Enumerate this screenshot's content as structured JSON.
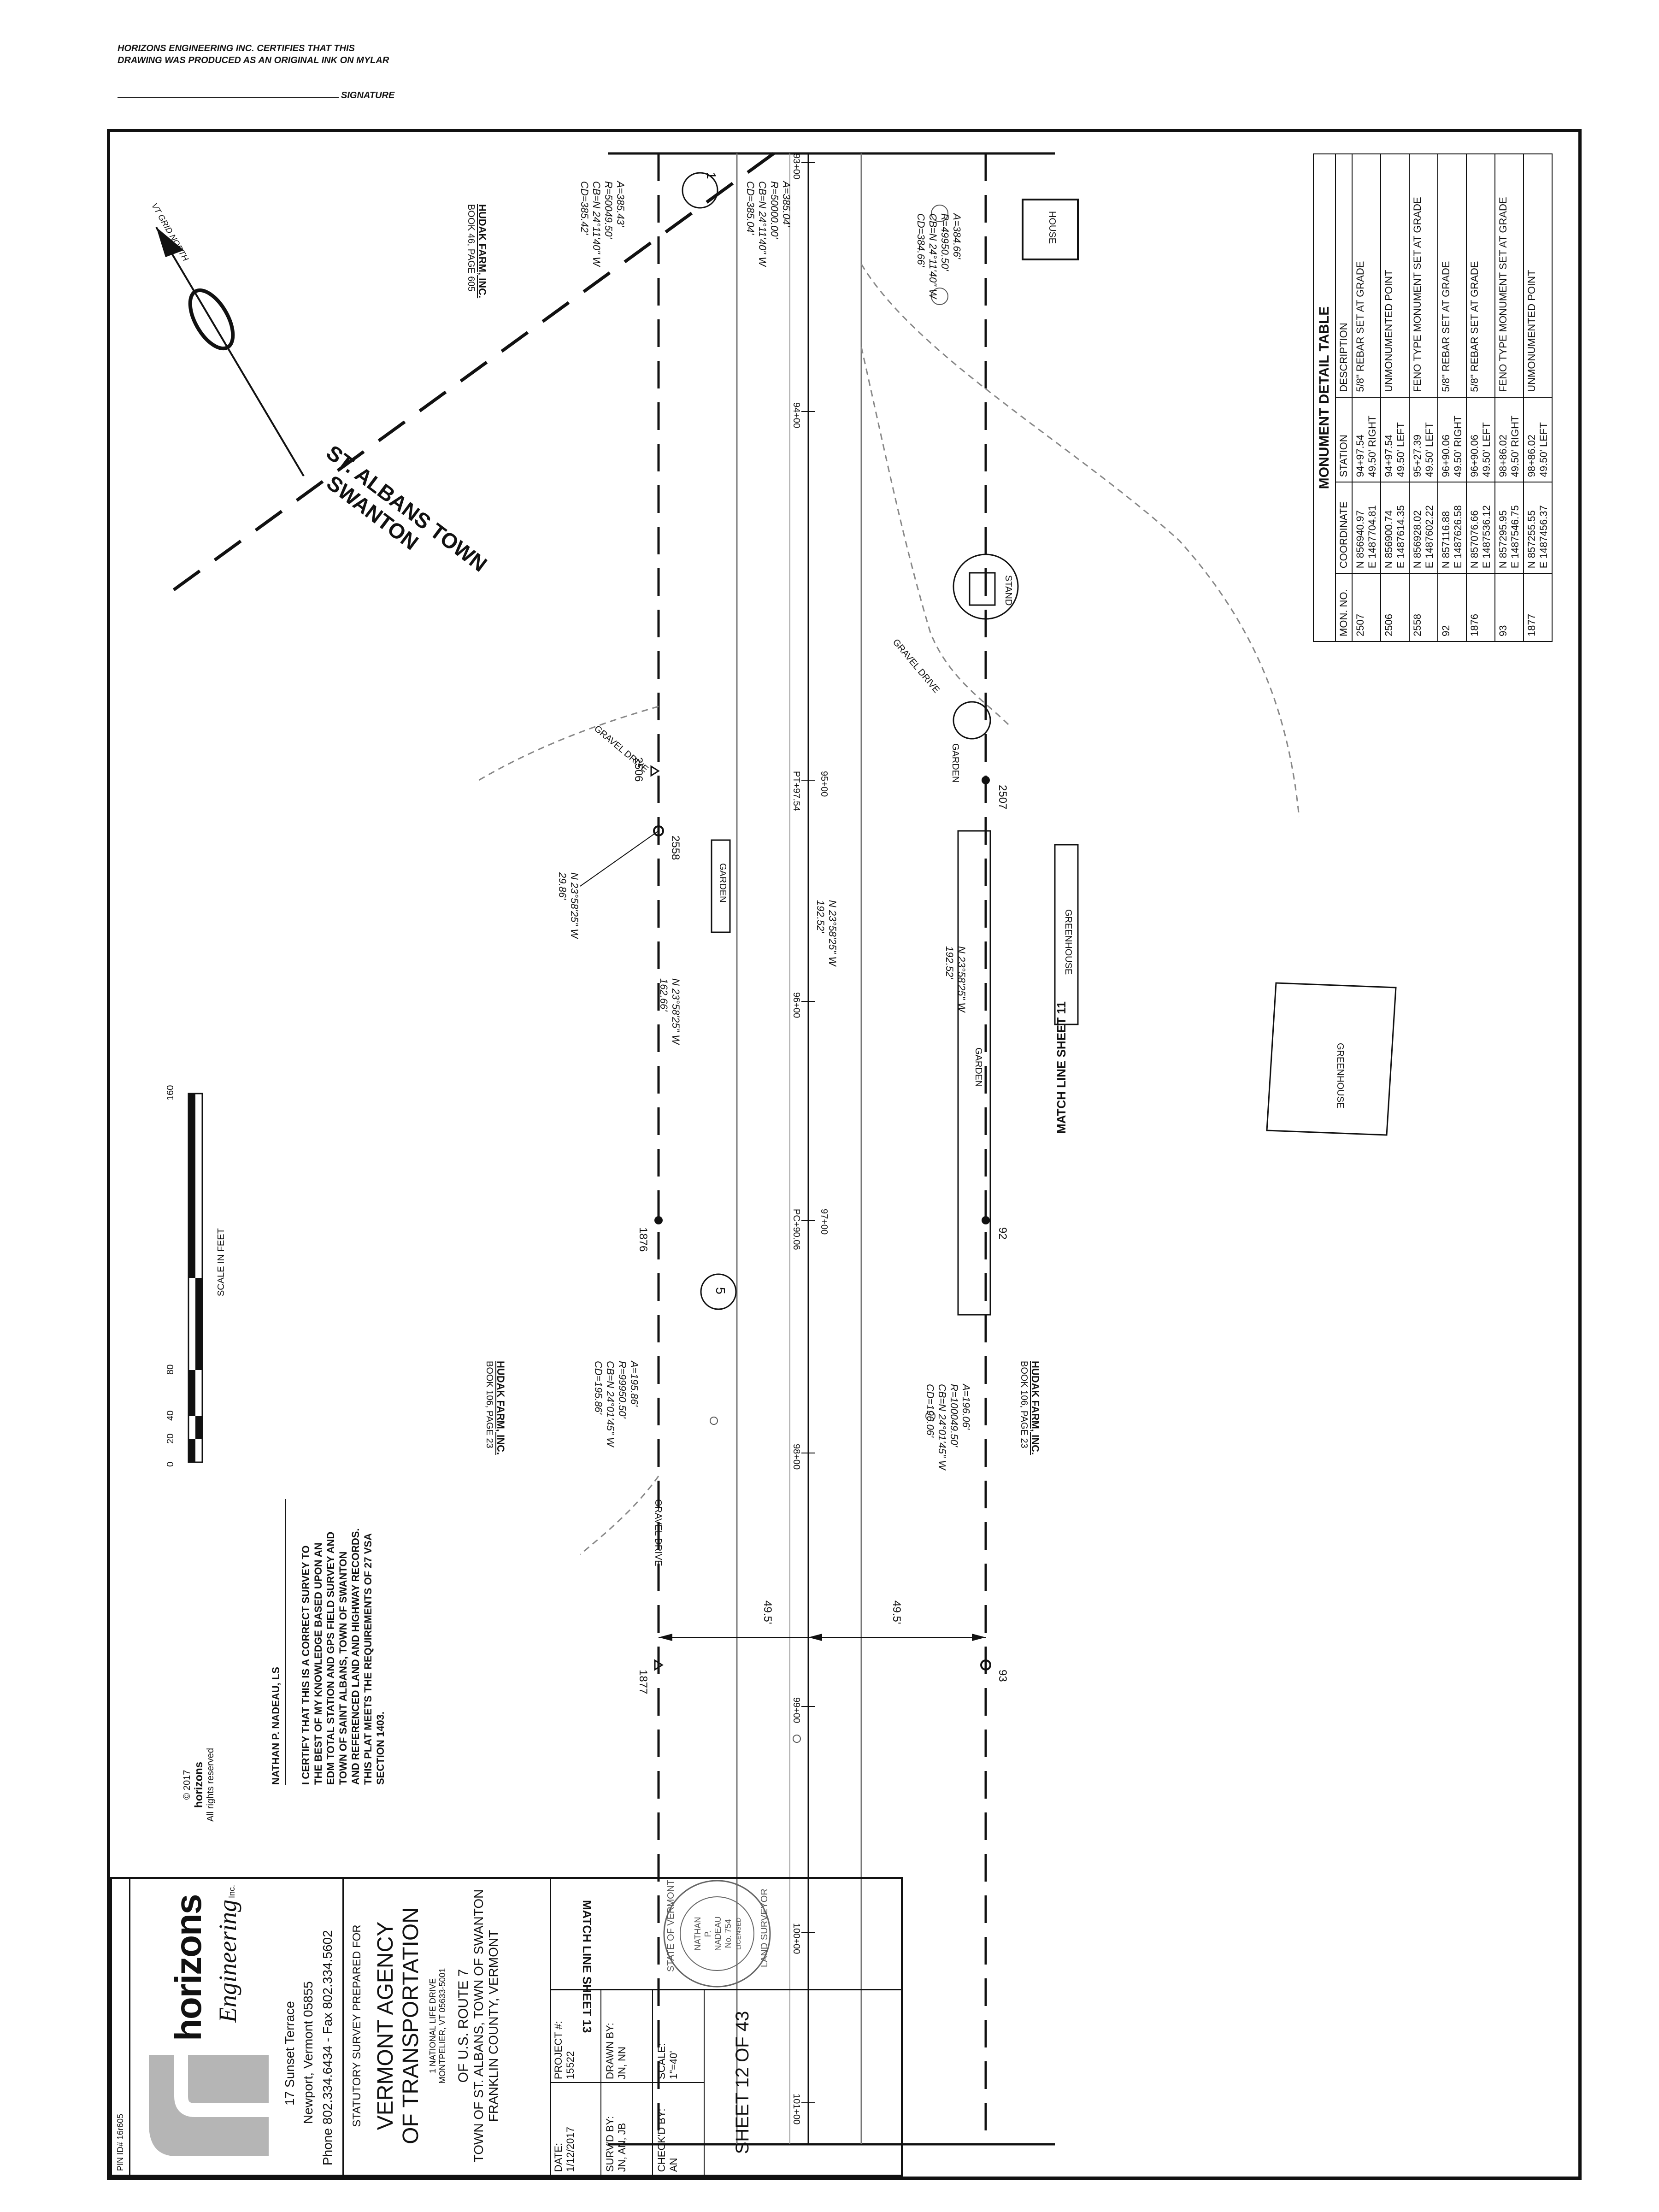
{
  "certification": {
    "line1": "HORIZONS ENGINEERING INC. CERTIFIES THAT THIS",
    "line2": "DRAWING WAS PRODUCED AS AN ORIGINAL INK ON MYLAR",
    "signature_label": "SIGNATURE"
  },
  "match_lines": {
    "top": "MATCH LINE SHEET 11",
    "bottom": "MATCH LINE SHEET 13"
  },
  "north_arrow": {
    "label": "VT GRID NORTH"
  },
  "town_line": {
    "line1": "ST. ALBANS TOWN",
    "line2": "SWANTON"
  },
  "owners": {
    "hudak_1": {
      "name": "HUDAK FARM, INC.",
      "book": "BOOK 46, PAGE 605"
    },
    "hudak_2": {
      "name": "HUDAK FARM, INC.",
      "book": "BOOK 106, PAGE 23"
    },
    "hudak_3": {
      "name": "HUDAK FARM, INC.",
      "book": "BOOK 106, PAGE 23"
    }
  },
  "curves": {
    "east_1": [
      "A=385.43'",
      "R=50049.50'",
      "CB=N 24°11'40\" W",
      "CD=385.42'"
    ],
    "center_1": [
      "A=385.04'",
      "R=50000.00'",
      "CB=N 24°11'40\" W",
      "CD=385.04'"
    ],
    "west_1": [
      "A=384.66'",
      "R=49950.50'",
      "CB=N 24°11'40\" W",
      "CD=384.66'"
    ],
    "east_2": [
      "A=195.86'",
      "R=99950.50'",
      "CB=N 24°01'45\" W",
      "CD=195.86'"
    ],
    "west_2": [
      "A=196.06'",
      "R=100049.50'",
      "CB=N 24°01'45\" W",
      "CD=196.06'"
    ]
  },
  "bearings": {
    "b1": "N 23°58'25\" W",
    "b1_dist": "29.86'",
    "b2": "N 23°58'25\" W",
    "b2_dist": "162.66'",
    "b3": "N 23°58'25\" W",
    "b3_dist": "192.52'",
    "b4": "N 23°58'25\" W",
    "b4_dist": "192.52'"
  },
  "stations": [
    "93+00",
    "94+00",
    "95+00",
    "PT+97.54",
    "96+00",
    "PC+90.06",
    "97+00",
    "98+00",
    "99+00",
    "100+00",
    "101+00"
  ],
  "widths": [
    "49.5'",
    "49.5'"
  ],
  "features": {
    "house": "HOUSE",
    "stand": "STAND",
    "gravel_drive": "GRAVEL DRIVE",
    "garden": "GARDEN",
    "greenhouse": "GREENHOUSE"
  },
  "circles": [
    "1",
    "5"
  ],
  "monument_points": [
    "2506",
    "2558",
    "2507",
    "1876",
    "92",
    "1877",
    "93"
  ],
  "monument_table": {
    "title": "MONUMENT DETAIL TABLE",
    "headers": [
      "MON. NO.",
      "COORDINATE",
      "STATION",
      "DESCRIPTION"
    ],
    "rows": [
      [
        "2507",
        "N 856940.97\nE 1487704.81",
        "94+97.54\n49.50' RIGHT",
        "5/8\" REBAR SET AT GRADE"
      ],
      [
        "2506",
        "N 856900.74\nE 1487614.35",
        "94+97.54\n49.50' LEFT",
        "UNMONUMENTED POINT"
      ],
      [
        "2558",
        "N 856928.02\nE 1487602.22",
        "95+27.39\n49.50' LEFT",
        "FENO TYPE MONUMENT SET AT GRADE"
      ],
      [
        "92",
        "N 857116.88\nE 1487626.58",
        "96+90.06\n49.50' RIGHT",
        "5/8\" REBAR SET AT GRADE"
      ],
      [
        "1876",
        "N 857076.66\nE 1487536.12",
        "96+90.06\n49.50' LEFT",
        "5/8\" REBAR SET AT GRADE"
      ],
      [
        "93",
        "N 857295.95\nE 1487546.75",
        "98+86.02\n49.50' RIGHT",
        "FENO TYPE MONUMENT SET AT GRADE"
      ],
      [
        "1877",
        "N 857255.55\nE 1487456.37",
        "98+86.02\n49.50' LEFT",
        "UNMONUMENTED POINT"
      ]
    ]
  },
  "scale_bar": {
    "ticks": [
      "0",
      "20",
      "40",
      "80",
      "160"
    ],
    "label": "SCALE IN FEET"
  },
  "surveyor_cert": {
    "name": "NATHAN P. NADEAU, LS",
    "lines": [
      "I CERTIFY THAT THIS IS A CORRECT SURVEY TO",
      "THE BEST OF MY KNOWLEDGE BASED UPON AN",
      "EDM TOTAL STATION AND GPS FIELD SURVEY AND",
      "TOWN OF SAINT ALBANS, TOWN OF SWANTON",
      "AND REFERENCED LAND AND HIGHWAY RECORDS.",
      "THIS PLAT MEETS THE REQUIREMENTS OF 27 VSA",
      "SECTION 1403."
    ]
  },
  "copyright": {
    "line1": "© 2017",
    "brand": "horizons",
    "line2": "All rights reserved"
  },
  "title_block": {
    "pin": "PIN ID# 16r605",
    "firm": "horizons",
    "firm_sub": "Engineering",
    "firm_inc": "Inc.",
    "address1": "17 Sunset Terrace",
    "address2": "Newport, Vermont 05855",
    "phone": "Phone 802.334.6434 - Fax 802.334.5602",
    "prepared_for": "STATUTORY SURVEY PREPARED FOR",
    "agency1": "VERMONT AGENCY",
    "agency2": "OF TRANSPORTATION",
    "agency_addr1": "1 NATIONAL LIFE DRIVE",
    "agency_addr2": "MONTPELIER, VT 05633-5001",
    "route": "OF U.S. ROUTE 7",
    "town": "TOWN OF ST. ALBANS, TOWN OF SWANTON",
    "county": "FRANKLIN COUNTY, VERMONT",
    "date_label": "DATE:",
    "date": "1/12/2017",
    "project_label": "PROJECT #:",
    "project": "15522",
    "survd_label": "SURV'D BY:",
    "survd": "JN, AN, JB",
    "drawn_label": "DRAWN BY:",
    "drawn": "JN, NN",
    "checkd_label": "CHECK'D BY:",
    "checkd": "AN",
    "scale_label": "SCALE:",
    "scale": "1\"=40'",
    "sheet": "SHEET 12 OF 43"
  },
  "seal": {
    "top": "STATE OF VERMONT",
    "name1": "NATHAN",
    "name2": "P.",
    "name3": "NADEAU",
    "number": "No. 754",
    "licensed": "LICENSED",
    "bottom": "LAND SURVEYOR"
  }
}
